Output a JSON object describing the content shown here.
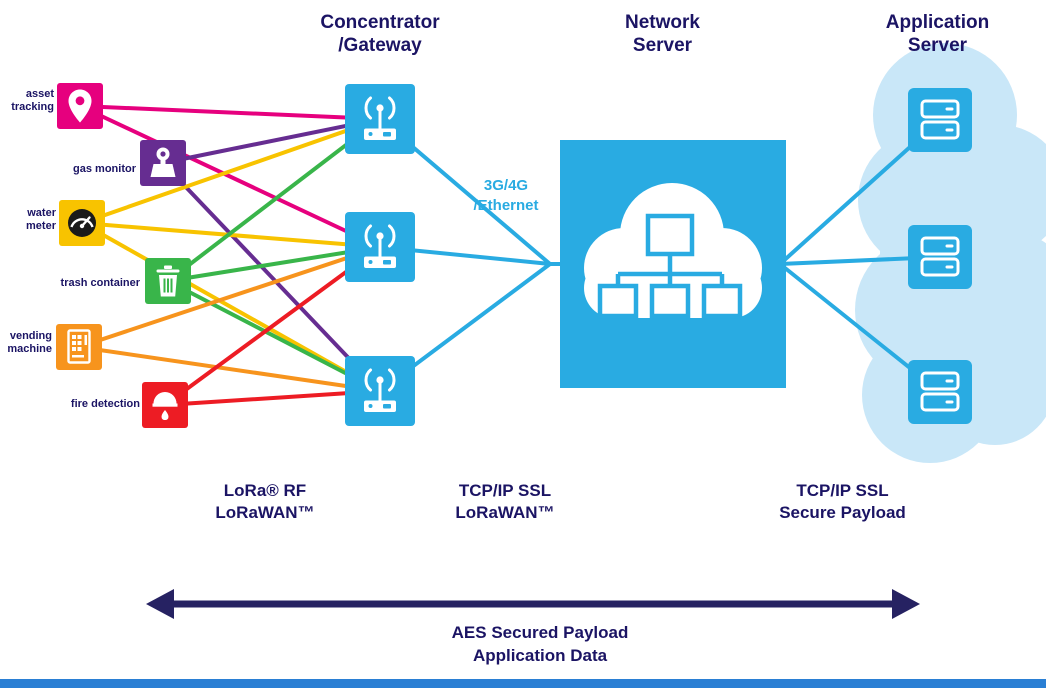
{
  "colors": {
    "navy": "#1b1464",
    "blue": "#29abe2",
    "cloud": "#c9e7f8",
    "arrow": "#262262",
    "footer": "#2a7fd4"
  },
  "headers": {
    "gateway": {
      "line1": "Concentrator",
      "line2": "/Gateway"
    },
    "network": {
      "line1": "Network",
      "line2": "Server"
    },
    "application": {
      "line1": "Application",
      "line2": "Server"
    }
  },
  "devices": [
    {
      "label": "asset tracking",
      "color": "#e6007e",
      "icon": "location-pin-icon"
    },
    {
      "label": "gas monitor",
      "color": "#662d91",
      "icon": "gas-meter-icon"
    },
    {
      "label": "water meter",
      "color": "#f8c300",
      "icon": "water-gauge-icon"
    },
    {
      "label": "trash container",
      "color": "#39b54a",
      "icon": "trash-can-icon"
    },
    {
      "label": "vending machine",
      "color": "#f7941d",
      "icon": "vending-machine-icon"
    },
    {
      "label": "fire detection",
      "color": "#ed1c24",
      "icon": "smoke-detector-icon"
    }
  ],
  "link_label": {
    "line1": "3G/4G",
    "line2": "/Ethernet"
  },
  "protocols": {
    "lora": {
      "line1": "LoRa® RF",
      "line2": "LoRaWAN™"
    },
    "tcp_lorawan": {
      "line1": "TCP/IP SSL",
      "line2": "LoRaWAN™"
    },
    "tcp_secure": {
      "line1": "TCP/IP SSL",
      "line2": "Secure Payload"
    }
  },
  "bottom_arrow": {
    "line1": "AES Secured Payload",
    "line2": "Application Data"
  }
}
